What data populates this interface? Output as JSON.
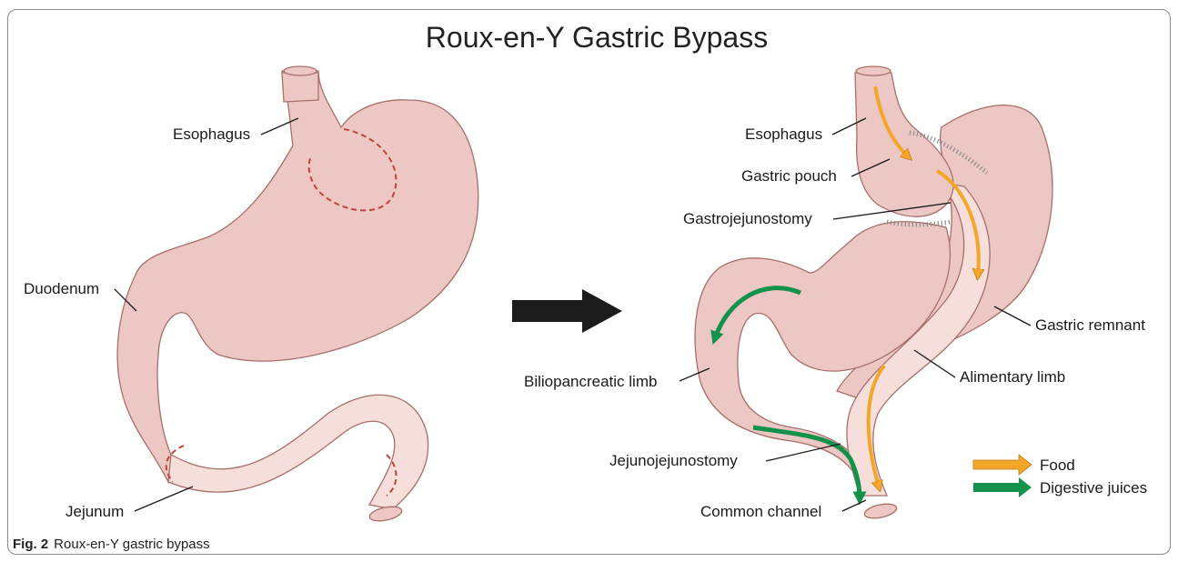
{
  "title": "Roux-en-Y Gastric Bypass",
  "caption": {
    "label": "Fig. 2",
    "text": "Roux-en-Y gastric bypass"
  },
  "before": {
    "labels": {
      "esophagus": "Esophagus",
      "duodenum": "Duodenum",
      "jejunum": "Jejunum"
    }
  },
  "after": {
    "labels": {
      "esophagus": "Esophagus",
      "gastric_pouch": "Gastric pouch",
      "gastrojejunostomy": "Gastrojejunostomy",
      "gastric_remnant": "Gastric remnant",
      "alimentary_limb": "Alimentary limb",
      "biliopancreatic_limb": "Biliopancreatic limb",
      "jejunojejunostomy": "Jejunojejunostomy",
      "common_channel": "Common channel"
    }
  },
  "legend": [
    {
      "label": "Food",
      "color": "#f4a62a"
    },
    {
      "label": "Digestive juices",
      "color": "#12924b"
    }
  ],
  "colors": {
    "organ": "#ecc7c4",
    "organ_light": "#f6dfdb",
    "outline": "#a86e68",
    "cut_line": "#c0433a",
    "transition_arrow": "#1c1c1c"
  }
}
